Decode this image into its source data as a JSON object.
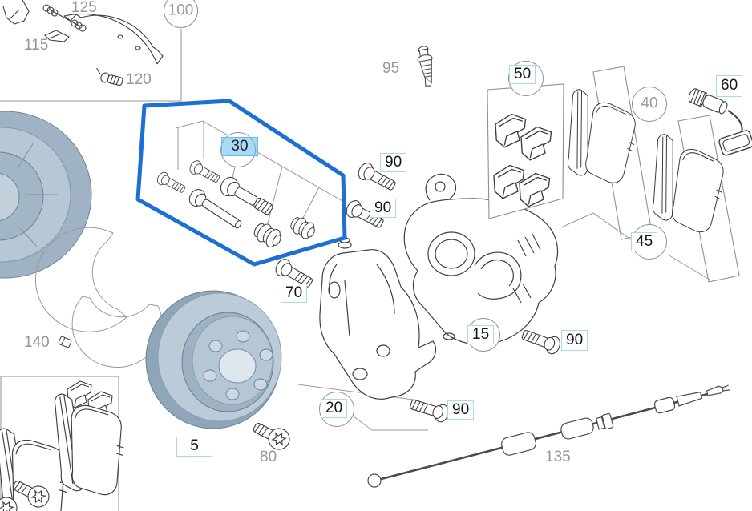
{
  "diagram": {
    "type": "exploded-parts-diagram",
    "subject": "rear disc brake assembly",
    "colors": {
      "selection_hexagon": "#1c6fd3",
      "highlight_fill": "#a3d8f6",
      "label_box_border": "#a9d7ee",
      "gray_label_text": "#969696",
      "dark_label_text": "#161616",
      "shaded_part_fill": "#b3c4d4"
    },
    "selection": {
      "highlighted_callout": "30"
    },
    "callouts": [
      {
        "key": "125",
        "label": "125",
        "style": "plain-gray"
      },
      {
        "key": "115",
        "label": "115",
        "style": "plain-gray"
      },
      {
        "key": "120",
        "label": "120",
        "style": "plain-gray"
      },
      {
        "key": "100",
        "label": "100",
        "style": "circle-gray"
      },
      {
        "key": "30",
        "label": "30",
        "style": "circle-highlighted"
      },
      {
        "key": "95",
        "label": "95",
        "style": "plain-gray"
      },
      {
        "key": "90a",
        "label": "90",
        "style": "boxed"
      },
      {
        "key": "90b",
        "label": "90",
        "style": "boxed"
      },
      {
        "key": "70",
        "label": "70",
        "style": "boxed"
      },
      {
        "key": "50",
        "label": "50",
        "style": "circle-boxed"
      },
      {
        "key": "40",
        "label": "40",
        "style": "circle-gray"
      },
      {
        "key": "60",
        "label": "60",
        "style": "boxed"
      },
      {
        "key": "45",
        "label": "45",
        "style": "circle-boxed"
      },
      {
        "key": "15",
        "label": "15",
        "style": "circle-boxed"
      },
      {
        "key": "90c",
        "label": "90",
        "style": "boxed"
      },
      {
        "key": "20",
        "label": "20",
        "style": "circle-boxed"
      },
      {
        "key": "90d",
        "label": "90",
        "style": "boxed"
      },
      {
        "key": "5",
        "label": "5",
        "style": "boxed"
      },
      {
        "key": "80",
        "label": "80",
        "style": "plain-gray"
      },
      {
        "key": "135",
        "label": "135",
        "style": "plain-gray"
      },
      {
        "key": "140",
        "label": "140",
        "style": "plain-gray"
      }
    ]
  }
}
